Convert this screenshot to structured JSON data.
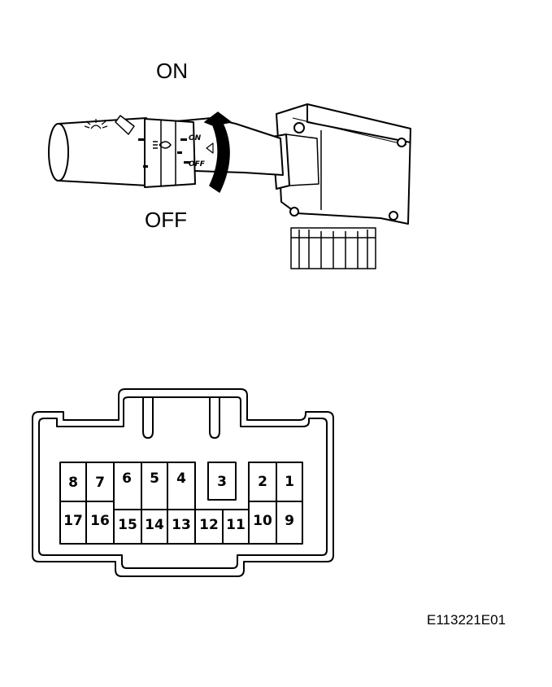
{
  "labels": {
    "on": "ON",
    "off": "OFF",
    "reference_code": "E113221E01"
  },
  "switch_markings": {
    "on": "ON",
    "off": "OFF"
  },
  "connector": {
    "upper_row_pins": [
      "8",
      "7",
      "6",
      "5",
      "4",
      "3",
      "2",
      "1"
    ],
    "lower_row_pins": [
      "17",
      "16",
      "15",
      "14",
      "13",
      "12",
      "11",
      "10",
      "9"
    ]
  },
  "icons": [
    "headlight-beam-icon",
    "fog-light-icon",
    "rotation-arrow-icon"
  ]
}
